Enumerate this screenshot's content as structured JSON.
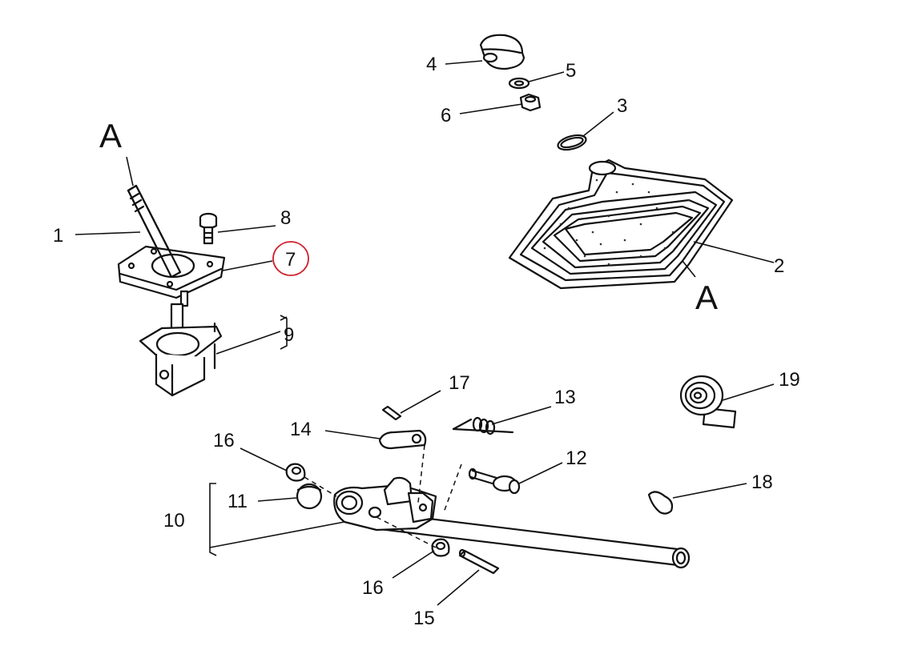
{
  "labels": {
    "p1": "1",
    "p2": "2",
    "p3": "3",
    "p4": "4",
    "p5": "5",
    "p6": "6",
    "p7": "7",
    "p8": "8",
    "p9": "9",
    "p10": "10",
    "p11": "11",
    "p12": "12",
    "p13": "13",
    "p14": "14",
    "p15": "15",
    "p16a": "16",
    "p16b": "16",
    "p17": "17",
    "p18": "18",
    "p19": "19",
    "connA_top": "A",
    "connA_bottom": "A"
  },
  "highlight": {
    "part": "7",
    "color": "#d01f2a"
  }
}
